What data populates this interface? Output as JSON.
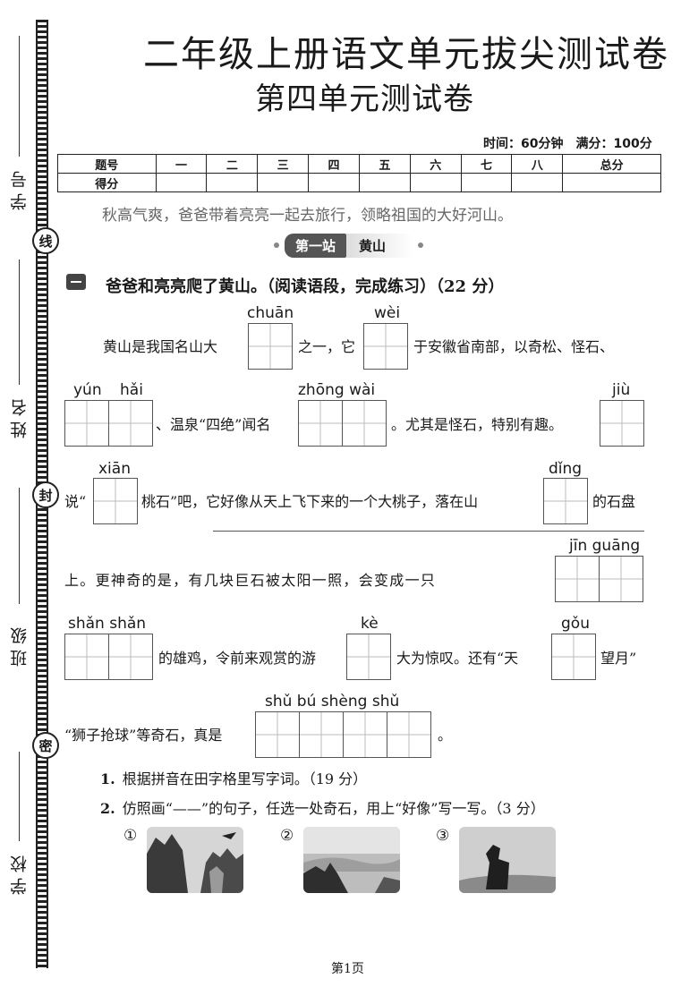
{
  "binding": {
    "labels": [
      "学号",
      "姓名",
      "班级",
      "学校"
    ],
    "seals": [
      "线",
      "封",
      "密"
    ]
  },
  "header": {
    "title": "二年级上册语文单元拔尖测试卷",
    "subtitle": "第四单元测试卷",
    "meta": "时间：60分钟　满分：100分"
  },
  "score_table": {
    "row1": [
      "题号",
      "一",
      "二",
      "三",
      "四",
      "五",
      "六",
      "七",
      "八",
      "总分"
    ],
    "row2_label": "得分"
  },
  "intro": "秋高气爽，爸爸带着亮亮一起去旅行，领略祖国的大好河山。",
  "station": {
    "tag": "第一站",
    "name": "黄山"
  },
  "section": {
    "title": "爸爸和亮亮爬了黄山。（阅读语段，完成练习）（22 分）"
  },
  "passage": {
    "l1a": "黄山是我国名山大",
    "l1b": "之一，它",
    "l1c": "于安徽省南部，以奇松、怪石、",
    "l2a": "、温泉“四绝”闻名",
    "l2b": "。尤其是怪石，特别有趣。",
    "l3a": "说“",
    "l3b": "桃石”吧，它好像从天上飞下来的一个大桃子，落在山",
    "l3c": "的石盘",
    "l4a": "上。更神奇的是，有几块巨石被太阳一照，会变成一只",
    "l5a": "的雄鸡，令前来观赏的游",
    "l5b": "大为惊叹。还有“天",
    "l5c": "望月”",
    "l6a": "“狮子抢球”等奇石，真是",
    "l6b": "。"
  },
  "pinyin": {
    "chuan": "chuān",
    "wei": "wèi",
    "yun": "yún",
    "hai": "hǎi",
    "zhongwai": "zhōng wài",
    "jiu": "jiù",
    "xian": "xiān",
    "ding": "dǐng",
    "jinguang": "jīn guāng",
    "shanshan": "shǎn shǎn",
    "ke": "kè",
    "gou": "gǒu",
    "shubushengshu": "shǔ   bú  shèng shǔ"
  },
  "questions": [
    {
      "num": "1.",
      "text": "根据拼音在田字格里写字词。（19 分）"
    },
    {
      "num": "2.",
      "text": "仿照画“——”的句子，任选一处奇石，用上“好像”写一写。（3 分）"
    }
  ],
  "photo_labels": [
    "①",
    "②",
    "③"
  ],
  "footer": {
    "page": "第1页"
  }
}
